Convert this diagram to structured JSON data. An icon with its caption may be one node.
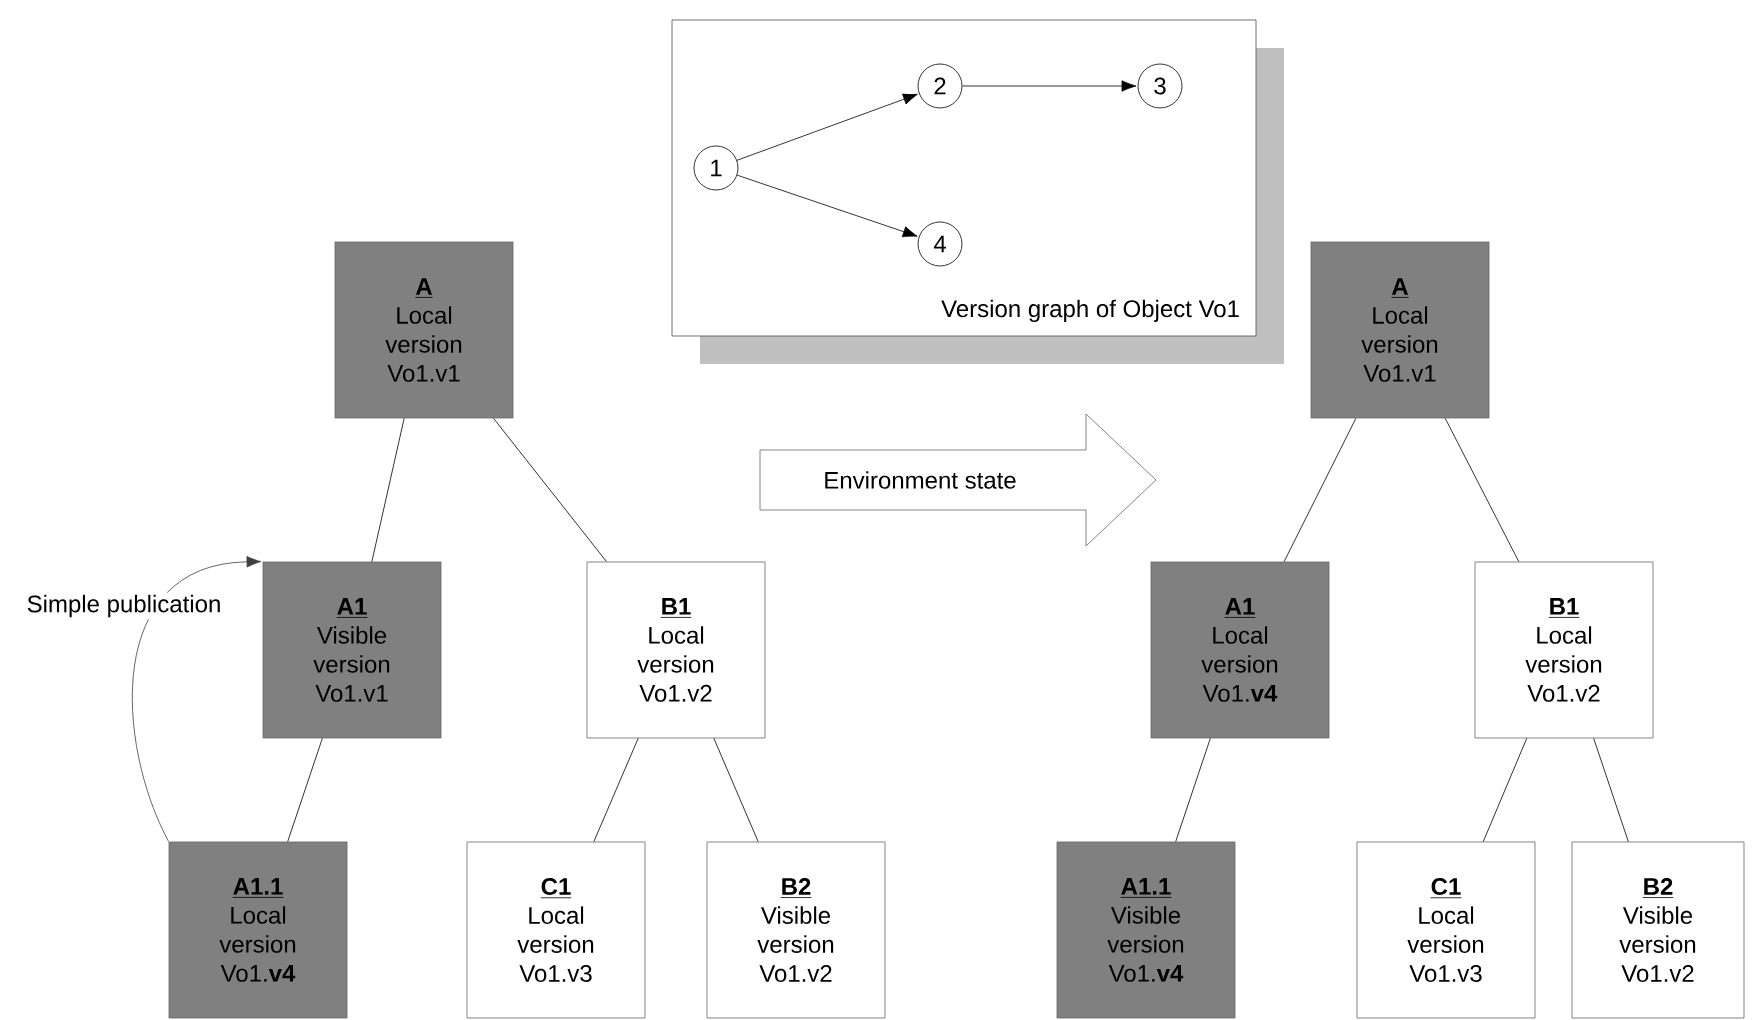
{
  "diagram": {
    "nodes": [
      {
        "text": [
          "Version graph of Object Vo1"
        ]
      },
      {
        "text": [
          "1"
        ],
        "in": 0
      },
      {
        "text": [
          "2"
        ],
        "in": 0
      },
      {
        "text": [
          "3"
        ],
        "in": 0
      },
      {
        "text": [
          "4"
        ],
        "in": 0
      },
      {
        "text": [
          "A",
          "Local version Vo1.v1"
        ]
      },
      {
        "text": [
          "A1",
          "Visible version Vo1.v1"
        ]
      },
      {
        "text": [
          "B1",
          "Local version Vo1.v2"
        ]
      },
      {
        "text": [
          "A1.1",
          "Local version Vo1.**v4**"
        ]
      },
      {
        "text": [
          "C1",
          "Local version Vo1.v3"
        ]
      },
      {
        "text": [
          "B2",
          "Visible version Vo1.v2"
        ]
      },
      {
        "text": [
          "Environment state"
        ]
      },
      {
        "text": [
          "A",
          "Local version Vo1.v1"
        ]
      },
      {
        "text": [
          "A1",
          "Local version Vo1.**v4**"
        ]
      },
      {
        "text": [
          "B1",
          "Local version Vo1.v2"
        ]
      },
      {
        "text": [
          "A1.1",
          "Visible version Vo1.**v4**"
        ]
      },
      {
        "text": [
          "C1",
          "Local version Vo1.v3"
        ]
      },
      {
        "text": [
          "B2",
          "Visible version Vo1.v2"
        ]
      }
    ],
    "edges": [
      {
        "from": 1,
        "to": 2,
        "arrow": "to"
      },
      {
        "from": 2,
        "to": 3,
        "arrow": "to"
      },
      {
        "from": 1,
        "to": 4,
        "arrow": "to"
      },
      {
        "from": 5,
        "to": 6,
        "arrow": "none"
      },
      {
        "from": 5,
        "to": 7,
        "arrow": "none"
      },
      {
        "from": 6,
        "to": 8,
        "arrow": "none"
      },
      {
        "from": 7,
        "to": 9,
        "arrow": "none"
      },
      {
        "from": 7,
        "to": 10,
        "arrow": "none"
      },
      {
        "from": 8,
        "to": 6,
        "arrow": "to",
        "label": "Simple publication"
      },
      {
        "from": 12,
        "to": 13,
        "arrow": "none"
      },
      {
        "from": 12,
        "to": 14,
        "arrow": "none"
      },
      {
        "from": 13,
        "to": 15,
        "arrow": "none"
      },
      {
        "from": 14,
        "to": 16,
        "arrow": "none"
      },
      {
        "from": 14,
        "to": 17,
        "arrow": "none"
      }
    ]
  }
}
